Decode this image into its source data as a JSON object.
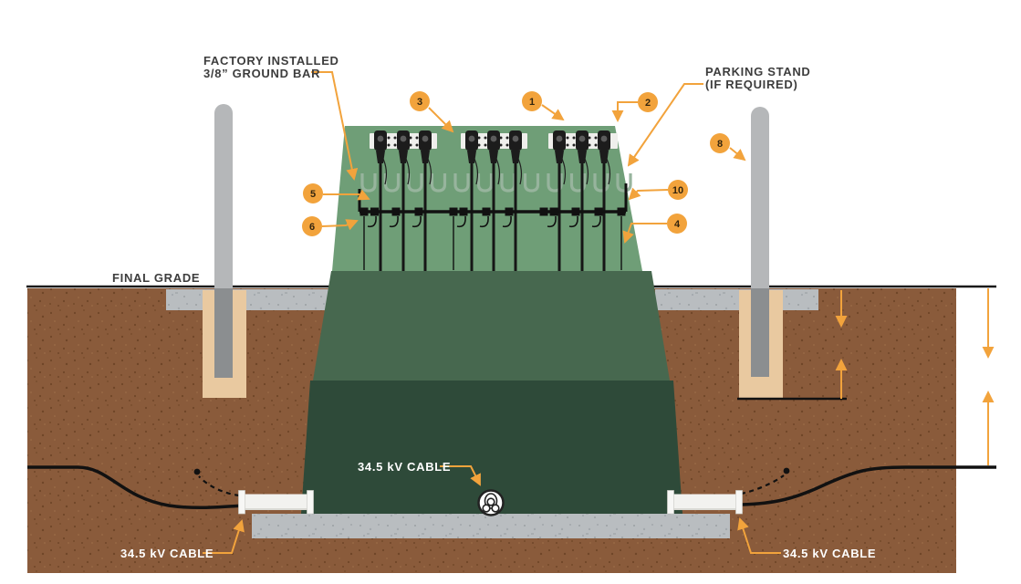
{
  "diagram": {
    "title_hint": "Pad-mounted switchgear installation cross-section",
    "labels": {
      "factory_installed_line1": "FACTORY INSTALLED",
      "factory_installed_line2": "3/8” GROUND BAR",
      "parking_stand_line1": "PARKING STAND",
      "parking_stand_line2": "(IF REQUIRED)",
      "final_grade": "FINAL GRADE",
      "cable_center": "34.5 kV CABLE",
      "cable_left": "34.5 kV CABLE",
      "cable_right": "34.5 kV CABLE"
    },
    "callouts": [
      {
        "number": "1"
      },
      {
        "number": "2"
      },
      {
        "number": "3"
      },
      {
        "number": "4"
      },
      {
        "number": "5"
      },
      {
        "number": "6"
      },
      {
        "number": "8"
      },
      {
        "number": "10"
      }
    ],
    "colors": {
      "accent_orange": "#F2A33C",
      "cabinet_green": "#6F9E77",
      "pedestal_green": "#47684F",
      "vault_green": "#2E4A39",
      "soil_brown": "#8A5B3B",
      "concrete_gray": "#B9BDC0",
      "sleeve_tan": "#E9C9A0",
      "line_black": "#1A1A1A"
    }
  }
}
